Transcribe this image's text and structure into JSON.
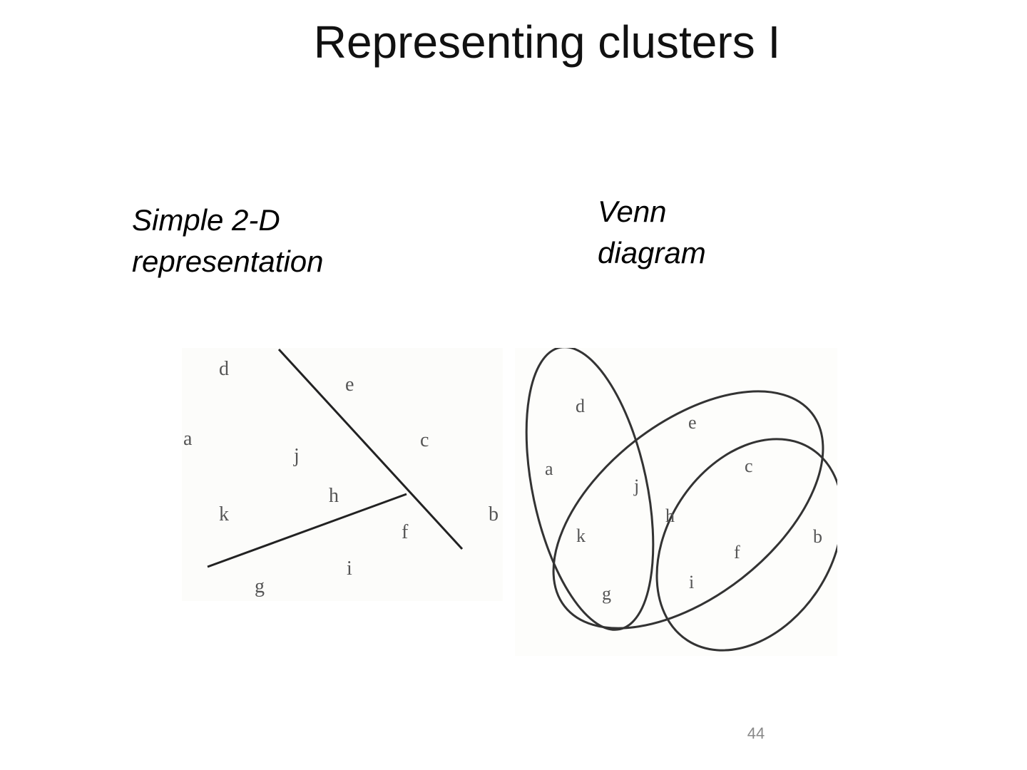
{
  "slide": {
    "title": "Representing clusters I",
    "caption_left_line1": "Simple 2-D",
    "caption_left_line2": "representation",
    "caption_right_line1": "Venn",
    "caption_right_line2": "diagram",
    "page_number": "44"
  },
  "left_diagram": {
    "points": [
      "d",
      "e",
      "a",
      "j",
      "c",
      "h",
      "k",
      "b",
      "f",
      "i",
      "g"
    ]
  },
  "right_diagram": {
    "points": [
      "d",
      "e",
      "a",
      "c",
      "j",
      "h",
      "k",
      "b",
      "f",
      "i",
      "g"
    ]
  }
}
